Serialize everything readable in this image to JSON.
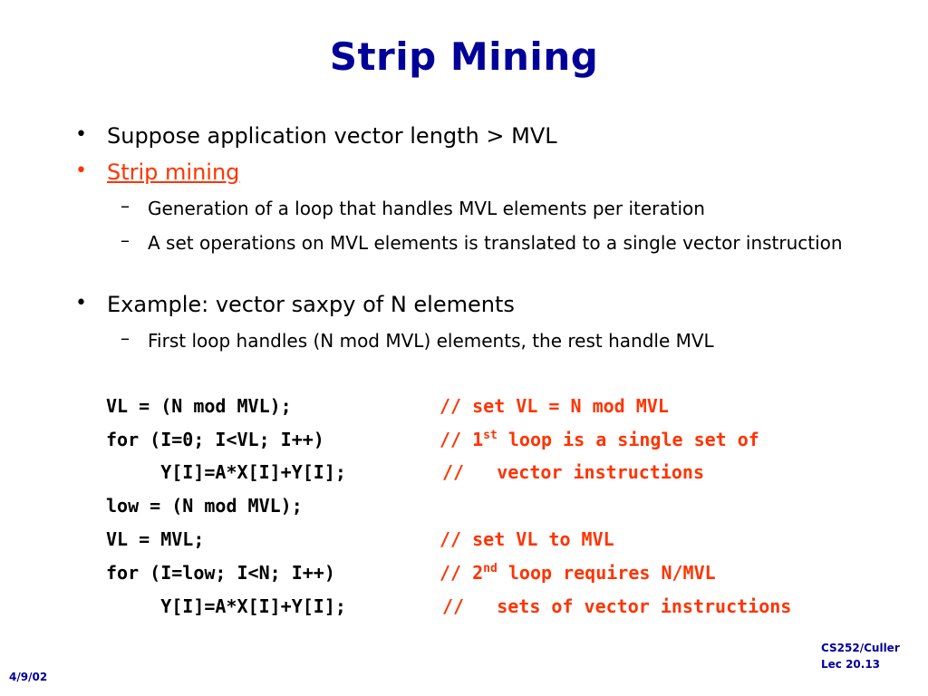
{
  "slide": {
    "title": "Strip Mining",
    "bullets": [
      {
        "marker": "•",
        "text": "Suppose application vector length > MVL"
      },
      {
        "marker": "•",
        "text": "Strip mining"
      },
      {
        "marker": "–",
        "text": "Generation of a loop that handles MVL elements per iteration"
      },
      {
        "marker": "–",
        "text": "A set operations on MVL elements is translated to a single vector instruction"
      },
      {
        "marker": "•",
        "text": "Example: vector saxpy of N elements"
      },
      {
        "marker": "–",
        "text": "First loop handles (N mod MVL) elements, the rest handle MVL"
      }
    ],
    "code": [
      {
        "code": "VL = (N mod MVL);",
        "comment": "// set VL = N mod MVL"
      },
      {
        "code": "for (I=0; I<VL; I++)",
        "comment_pre": "// 1",
        "comment_sup": "st",
        "comment_post": " loop is a single set of"
      },
      {
        "code": "     Y[I]=A*X[I]+Y[I];",
        "comment": "//   vector instructions"
      },
      {
        "code": "low = (N mod MVL);"
      },
      {
        "code": "VL = MVL;",
        "comment": "// set VL to MVL"
      },
      {
        "code": "for (I=low; I<N; I++)",
        "comment_pre": "// 2",
        "comment_sup": "nd",
        "comment_post": " loop requires N/MVL"
      },
      {
        "code": "     Y[I]=A*X[I]+Y[I];",
        "comment": "//   sets of vector instructions"
      }
    ],
    "footer": {
      "course": "CS252/Culler",
      "lecture": "Lec 20.13",
      "date": "4/9/02"
    }
  },
  "colors": {
    "title": "#000099",
    "highlight": "#ff3300",
    "text": "#000000",
    "footer": "#000099"
  }
}
